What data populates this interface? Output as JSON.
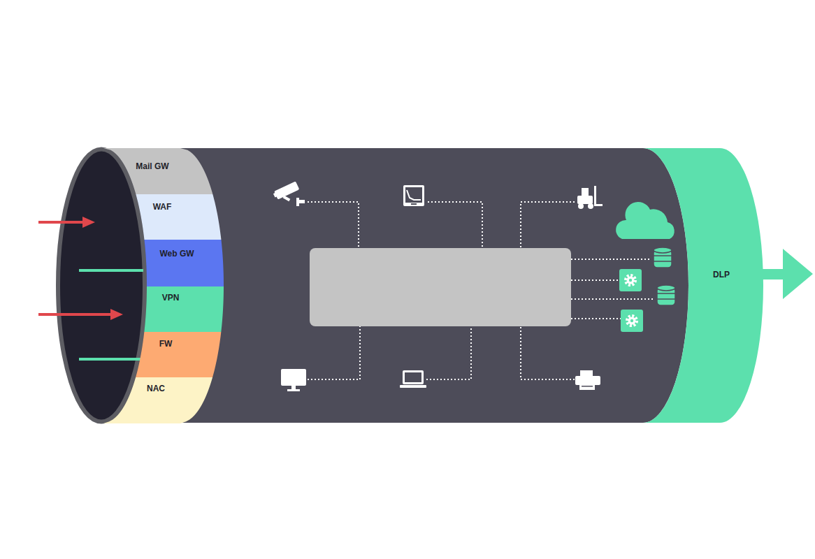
{
  "diagram": {
    "nodes": [
      {
        "text": [
          "Mail GW"
        ]
      },
      {
        "text": [
          "WAF"
        ]
      },
      {
        "text": [
          "Web GW"
        ]
      },
      {
        "text": [
          "VPN"
        ]
      },
      {
        "text": [
          "FW"
        ]
      },
      {
        "text": [
          "NAC"
        ]
      },
      {
        "text": [
          "DLP"
        ]
      }
    ]
  }
}
